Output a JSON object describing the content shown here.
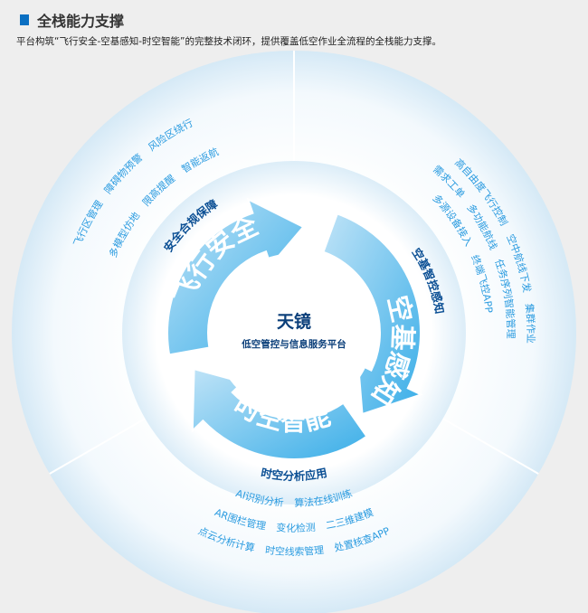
{
  "header": {
    "title": "全栈能力支撑",
    "description": "平台构筑“飞行安全-空基感知-时空智能”的完整技术闭环，提供覆盖低空作业全流程的全栈能力支撑。"
  },
  "center": {
    "name": "天镜",
    "subtitle": "低空管控与信息服务平台"
  },
  "cycle": [
    {
      "label": "飞行安全",
      "group_label": "安全合规保障",
      "rows": [
        [
          "飞行区管理",
          "障碍物预警",
          "风险区绕行"
        ],
        [
          "多模型仿地",
          "限高提醒",
          "智能返航"
        ]
      ]
    },
    {
      "label": "空基感知",
      "group_label": "空基智控感知",
      "rows": [
        [
          "高自由度飞行控制",
          "空中航线下发",
          "集群作业"
        ],
        [
          "需求工单",
          "多功能航线",
          "任务序列智能管理"
        ],
        [
          "多源设备接入",
          "终端飞控APP"
        ]
      ]
    },
    {
      "label": "时空智能",
      "group_label": "时空分析应用",
      "rows": [
        [
          "AI识别分析",
          "算法在线训练"
        ],
        [
          "AR围栏管理",
          "变化检测",
          "二三维建模"
        ],
        [
          "点云分析计算",
          "时空线索管理",
          "处置核查APP"
        ]
      ]
    }
  ],
  "colors": {
    "accent": "#0a6fc2",
    "ring_light": "#bfe3f7",
    "ring_dark": "#3aaee8",
    "item_text": "#2a9be0",
    "label_text": "#0b4f94",
    "center_text": "#0b3f7a"
  }
}
